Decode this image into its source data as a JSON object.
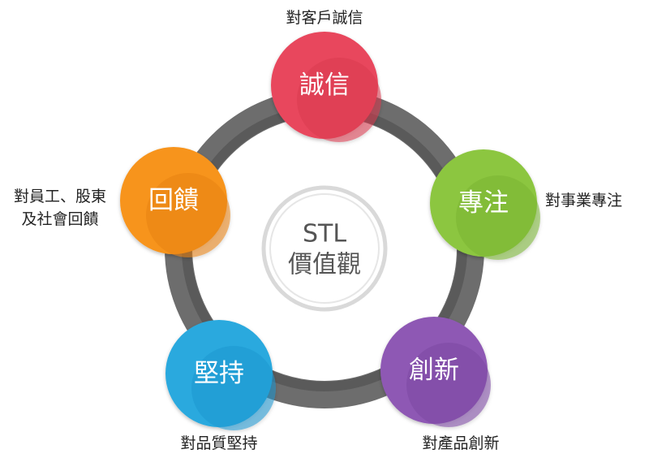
{
  "center": {
    "line1": "STL",
    "line2": "價值觀"
  },
  "nodes": [
    {
      "label": "誠信",
      "caption": "對客戶誠信",
      "color": "#e8475d"
    },
    {
      "label": "專注",
      "caption": "對事業專注",
      "color": "#8cc63f"
    },
    {
      "label": "創新",
      "caption": "對產品創新",
      "color": "#8e59b4"
    },
    {
      "label": "堅持",
      "caption": "對品質堅持",
      "color": "#29a9de"
    },
    {
      "label": "回饋",
      "caption_lines": [
        "對員工、股東",
        "及社會回饋"
      ],
      "color": "#f7941d"
    }
  ],
  "colors": {
    "ring_outer": "#6d6d6d",
    "ring_inner": "#5a5a5a",
    "center_ring": "#d9d9d9"
  }
}
